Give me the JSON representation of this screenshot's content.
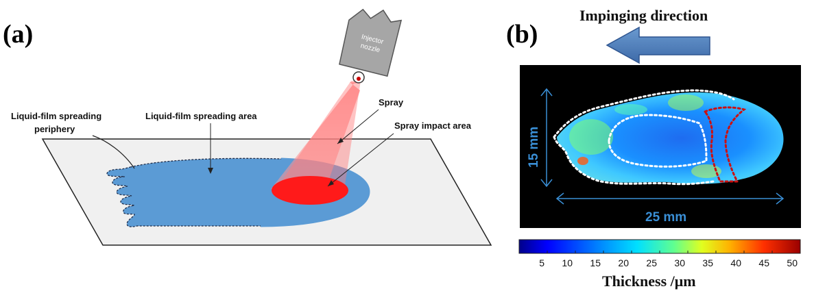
{
  "panel_a": {
    "label": "(a)",
    "nozzle_line1": "Injector",
    "nozzle_line2": "nozzle",
    "spray_label": "Spray",
    "impact_label": "Spray impact area",
    "spreading_area_label": "Liquid-film spreading area",
    "periphery_line1": "Liquid-film spreading",
    "periphery_line2": "periphery"
  },
  "panel_b": {
    "label": "(b)",
    "direction_label": "Impinging direction",
    "height_dim": "15 mm",
    "width_dim": "25 mm",
    "colorbar": {
      "ticks": [
        "5",
        "10",
        "15",
        "20",
        "25",
        "30",
        "35",
        "40",
        "45",
        "50"
      ],
      "range": [
        0,
        50
      ],
      "title": "Thickness /μm",
      "colors": [
        "#00007f",
        "#0000ff",
        "#0080ff",
        "#00ffff",
        "#80ff80",
        "#ffff00",
        "#ff8000",
        "#ff0000",
        "#800000"
      ]
    }
  },
  "colors": {
    "film": "#5b9bd5",
    "impact": "#ff1a1a",
    "spray": "#ff6666",
    "plate": "#f0f0f0",
    "arrow": "#4a7ab8",
    "dim_lines": "#3a8fd6"
  }
}
